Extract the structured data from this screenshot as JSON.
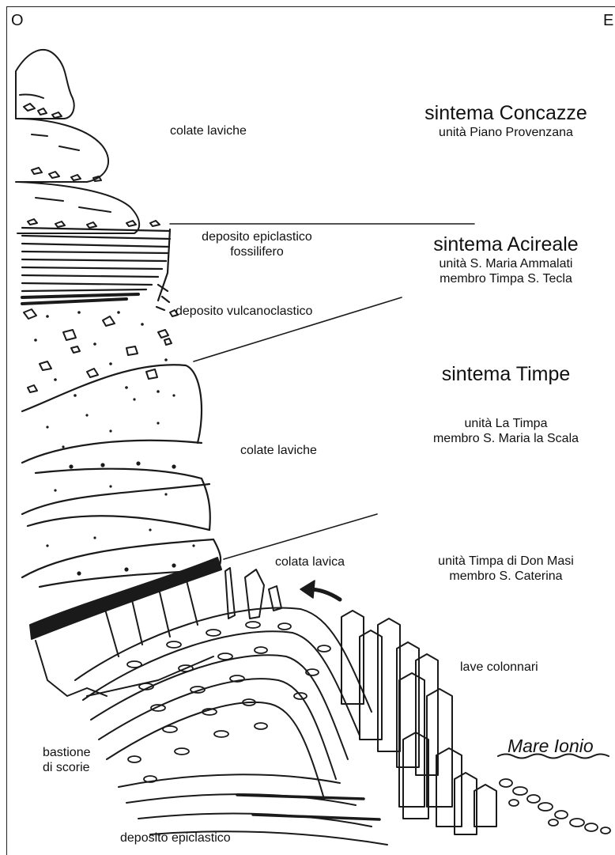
{
  "orientation": {
    "west": "O",
    "east": "E"
  },
  "sintemi": [
    {
      "title": "sintema Concazze",
      "subtitle_lines": [
        "unità Piano Provenzana"
      ]
    },
    {
      "title": "sintema Acireale",
      "subtitle_lines": [
        "unità S. Maria Ammalati",
        "membro Timpa S. Tecla"
      ]
    },
    {
      "title": "sintema Timpe",
      "subtitle_lines": []
    }
  ],
  "units": [
    {
      "lines": [
        "unità La Timpa",
        "membro S. Maria la Scala"
      ]
    },
    {
      "lines": [
        "unità Timpa di Don Masi",
        "membro S. Caterina"
      ]
    }
  ],
  "features": {
    "colate_laviche_top": "colate laviche",
    "deposito_epiclastico_fossilifero": [
      "deposito epiclastico",
      "fossilifero"
    ],
    "deposito_vulcanoclastico": "deposito vulcanoclastico",
    "colate_laviche_mid": "colate laviche",
    "colata_lavica": "colata lavica",
    "lave_colonnari": "lave colonnari",
    "bastione_di_scorie": [
      "bastione",
      "di scorie"
    ],
    "deposito_epiclastico_bottom": "deposito epiclastico",
    "mare_ionio": "Mare Ionio"
  },
  "colors": {
    "ink": "#1a1a1a",
    "background": "#ffffff"
  }
}
